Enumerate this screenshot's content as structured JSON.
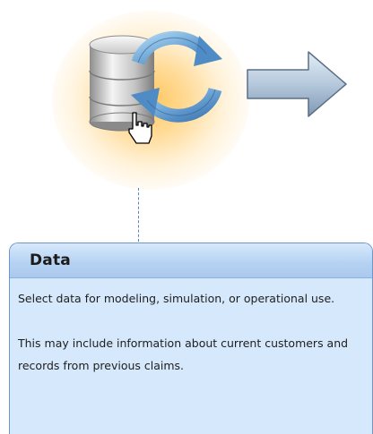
{
  "workflow": {
    "step_icon": "database-refresh-icon",
    "cursor_icon": "hand-pointer-icon",
    "next_icon": "right-arrow-icon"
  },
  "panel": {
    "title": "Data",
    "paragraphs": [
      "Select data for modeling, simulation, or operational use.",
      "This may include information about current customers and records from previous claims."
    ]
  },
  "colors": {
    "panel_background": "#d6e8fb",
    "panel_header": "#b7d3f3",
    "panel_border": "#6e97c8",
    "glow": "#ffc458",
    "arrow": "#b6c9dc",
    "refresh_arrows": "#6fa7d6",
    "database": "#b9b9b9"
  }
}
